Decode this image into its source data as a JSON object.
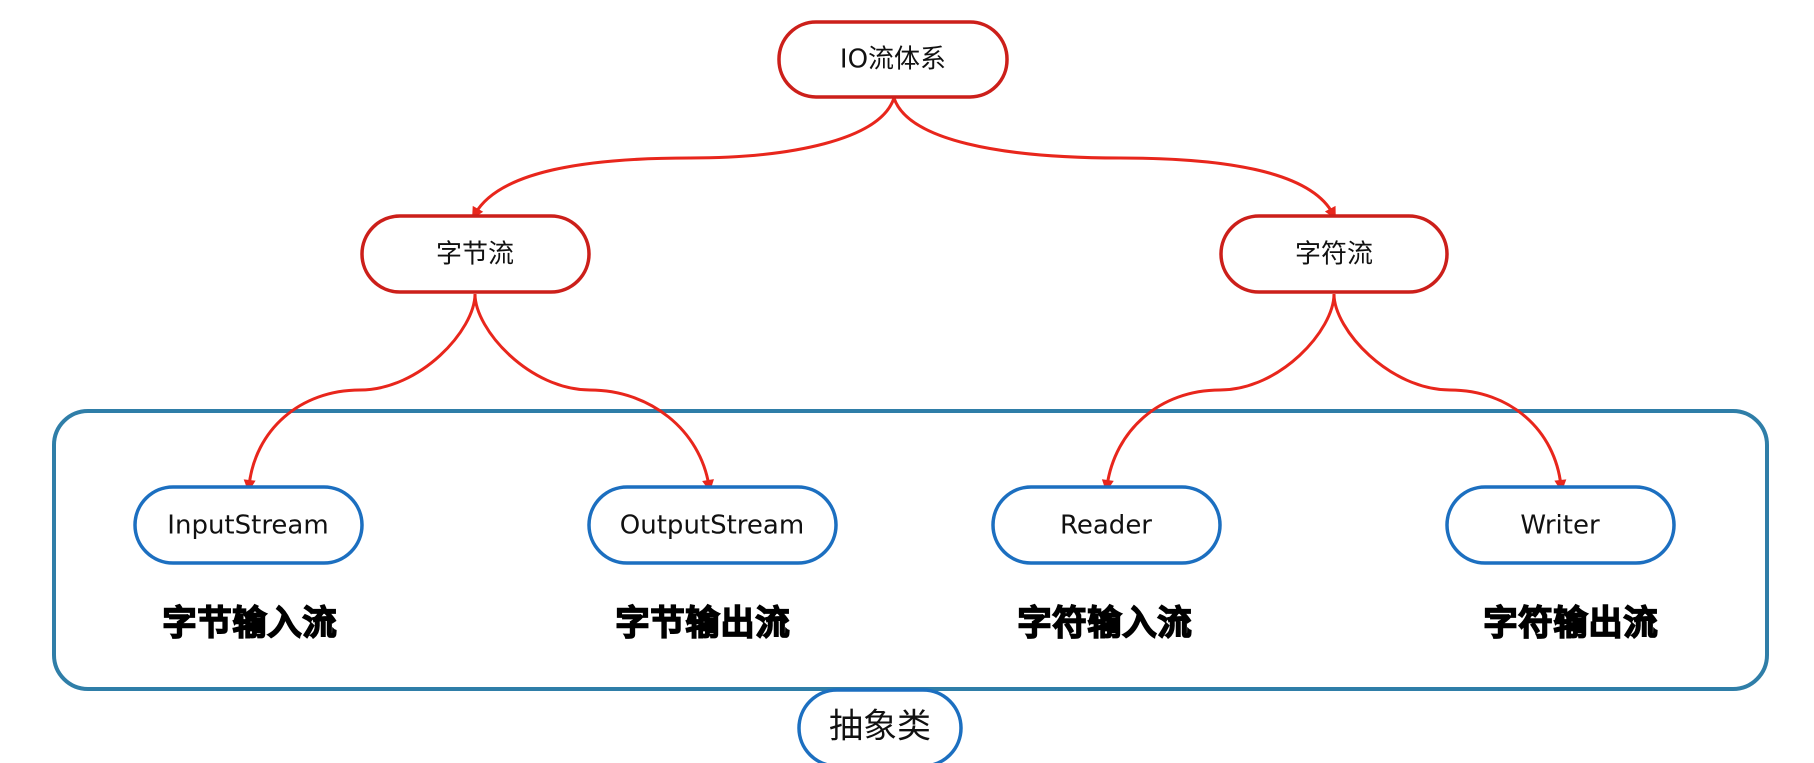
{
  "diagram": {
    "root": "IO流体系",
    "byte_stream": "字节流",
    "char_stream": "字符流",
    "input_stream": "InputStream",
    "output_stream": "OutputStream",
    "reader": "Reader",
    "writer": "Writer",
    "captions": {
      "byte_input": "字节输入流",
      "byte_output": "字节输出流",
      "char_input": "字符输入流",
      "char_output": "字符输出流"
    },
    "group_label": "抽象类"
  },
  "colors": {
    "red_border": "#cc1f1a",
    "arrow": "#e8261c",
    "blue_border": "#1c6fc0",
    "group_border": "#2f7ea8"
  }
}
